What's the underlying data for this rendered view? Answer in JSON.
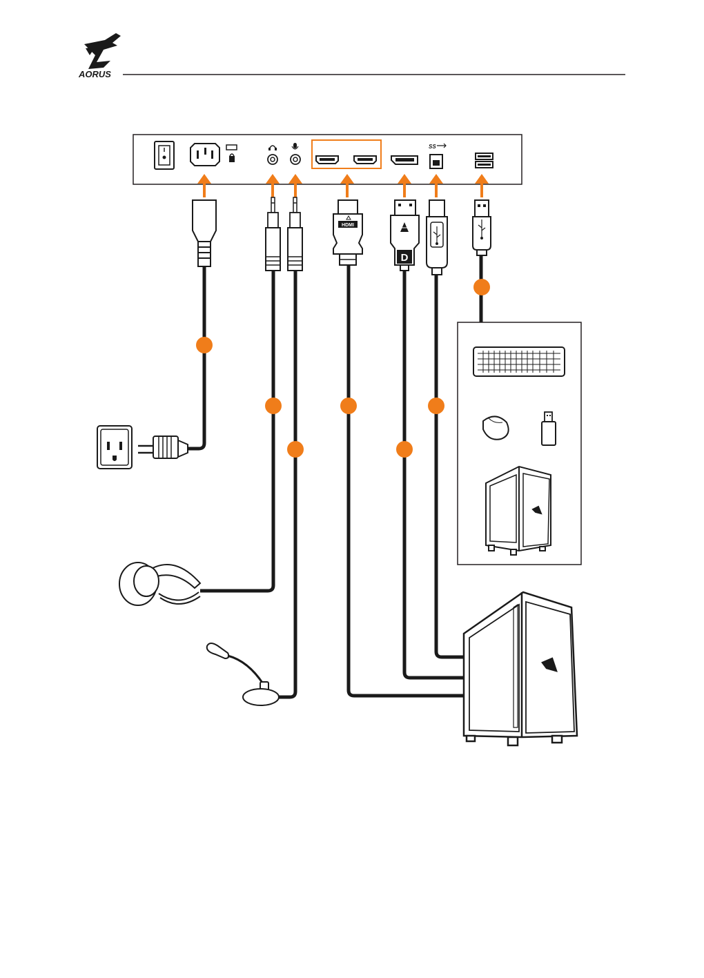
{
  "brand": {
    "name": "AORUS"
  },
  "panel": {
    "usb_superspeed_label": "SS",
    "hdmi_plug_label": "HDMI",
    "dp_plug_label": "D"
  },
  "colors": {
    "accent": "#f07d1a",
    "cable": "#1a1a1a",
    "line": "#231f20",
    "background": "#ffffff"
  },
  "icons": [
    "aorus-eagle-logo-icon",
    "power-switch-icon",
    "ac-inlet-icon",
    "kensington-lock-icon",
    "headphone-jack-icon",
    "microphone-jack-icon",
    "hdmi-port-icon",
    "displayport-port-icon",
    "usb-b-port-icon",
    "usb-a-port-icon",
    "power-cord-icon",
    "wall-outlet-icon",
    "audio-plug-icon",
    "hdmi-plug-icon",
    "displayport-plug-icon",
    "usb-b-plug-icon",
    "usb-a-plug-icon",
    "headphones-icon",
    "microphone-icon",
    "keyboard-icon",
    "mouse-icon",
    "usb-flash-drive-icon",
    "pc-tower-icon"
  ]
}
